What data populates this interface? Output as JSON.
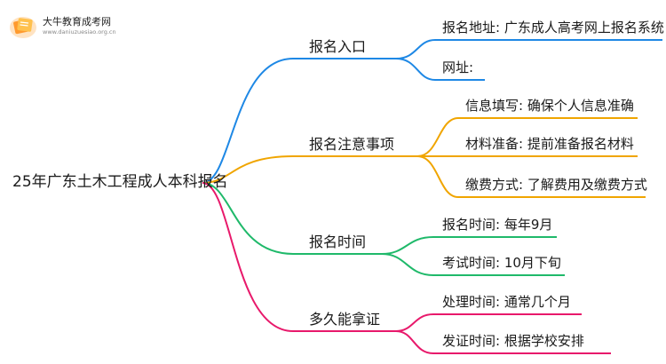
{
  "logo": {
    "name": "大牛教育成考网",
    "url": "www.daniuzuesiao.org.cn"
  },
  "root": {
    "label": "25年广东土木工程成人本科报名"
  },
  "branches": [
    {
      "label": "报名入口",
      "color": "#1e88e5",
      "leaves": [
        "报名地址: 广东成人高考网上报名系统",
        "网址:"
      ]
    },
    {
      "label": "报名注意事项",
      "color": "#f0a500",
      "leaves": [
        "信息填写: 确保个人信息准确",
        "材料准备: 提前准备报名材料",
        "缴费方式: 了解费用及缴费方式"
      ]
    },
    {
      "label": "报名时间",
      "color": "#1fb96a",
      "leaves": [
        "报名时间: 每年9月",
        "考试时间: 10月下旬"
      ]
    },
    {
      "label": "多久能拿证",
      "color": "#e8196b",
      "leaves": [
        "处理时间: 通常几个月",
        "发证时间: 根据学校安排"
      ]
    }
  ]
}
